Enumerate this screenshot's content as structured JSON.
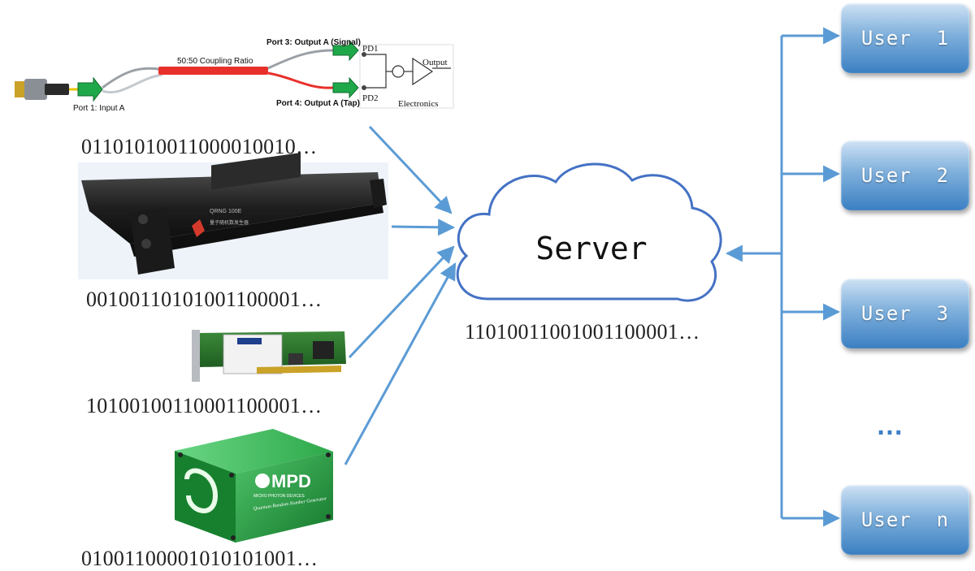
{
  "splitter": {
    "coupling_label": "50:50 Coupling Ratio",
    "port1": "Port 1: Input A",
    "port3": "Port 3: Output A (Signal)",
    "port4": "Port 4: Output A (Tap)",
    "pd1": "PD1",
    "pd2": "PD2",
    "output": "Output",
    "electronics": "Electronics"
  },
  "sources": [
    {
      "bits": "01101010011000010010…"
    },
    {
      "bits": "00100110101001100001…"
    },
    {
      "bits": "10100100110001100001…"
    },
    {
      "bits": "01001100001010101001…"
    }
  ],
  "rack_device": {
    "model": "QRNG 100E",
    "brand_text": "量子随机数发生器"
  },
  "mpd_device": {
    "brand": "MPD",
    "tagline": "MICRO PHOTON DEVICES",
    "product": "Quantum Random Number Generator"
  },
  "server": {
    "label": "Server",
    "bits": "11010011001001100001…"
  },
  "users": [
    {
      "label": "User  1"
    },
    {
      "label": "User  2"
    },
    {
      "label": "User  3"
    },
    {
      "label": "User  n"
    }
  ],
  "ellipsis": "…",
  "colors": {
    "arrow": "#5b9bd5",
    "cloud_stroke": "#4472c4",
    "user_fill": "#5b9bd5",
    "fiber_red": "#e8302a",
    "mpd_green": "#1f9a3c"
  }
}
